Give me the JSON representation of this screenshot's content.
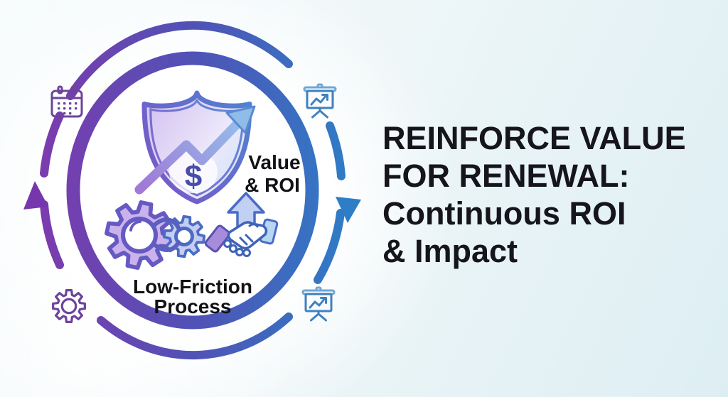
{
  "headline": {
    "lines": [
      "REINFORCE VALUE",
      "FOR RENEWAL:",
      "Continuous ROI",
      "& Impact"
    ],
    "full_text": "REINFORCE VALUE FOR RENEWAL: Continuous ROI & Impact",
    "color": "#15151b"
  },
  "diagram": {
    "type": "cycle",
    "direction": "clockwise",
    "center_labels": [
      {
        "id": "value-roi",
        "lines": [
          "Value",
          "& ROI"
        ]
      },
      {
        "id": "low-friction",
        "lines": [
          "Low-Friction",
          "Process"
        ]
      }
    ],
    "shield": {
      "currency": "$"
    },
    "icons": [
      {
        "name": "calendar-icon",
        "position": "top-left",
        "color": "#6d449c"
      },
      {
        "name": "presentation-chart-icon",
        "position": "top-right",
        "color": "#3f7ec2"
      },
      {
        "name": "gear-icon",
        "position": "bottom-left",
        "color": "#6d449c"
      },
      {
        "name": "presentation-chart-icon",
        "position": "bottom-right",
        "color": "#3f7ec2"
      },
      {
        "name": "shield-growth-arrow-icon",
        "position": "center-top"
      },
      {
        "name": "gears-infinity-icon",
        "position": "center-left"
      },
      {
        "name": "handshake-growth-icon",
        "position": "center-right"
      }
    ],
    "colors": {
      "cycle_purple": "#7e3aad",
      "cycle_indigo": "#5052b6",
      "cycle_blue": "#2e7ec6",
      "label_text": "#121216",
      "icon_fill_lavender": "#cbb2ec",
      "icon_fill_lightblue": "#b9d8f4"
    }
  }
}
